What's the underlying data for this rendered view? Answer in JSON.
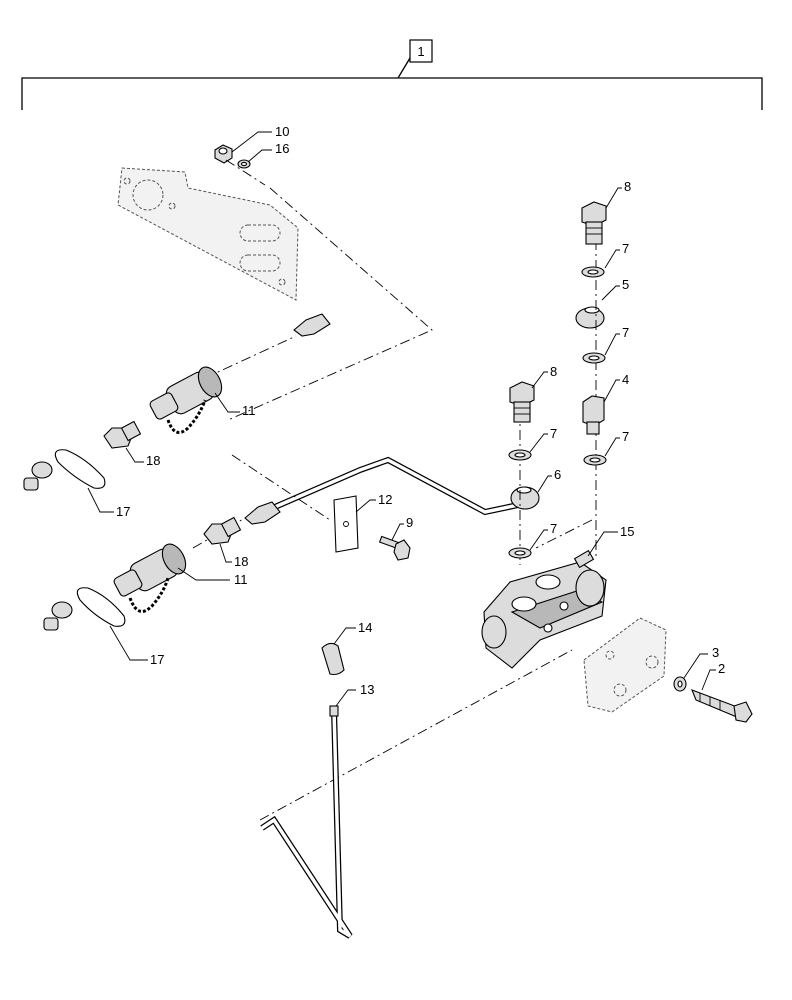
{
  "assembly_label": "1",
  "callouts": {
    "c10": "10",
    "c16": "16",
    "c8a": "8",
    "c7a": "7",
    "c5": "5",
    "c7b": "7",
    "c8b": "8",
    "c4": "4",
    "c7c": "7",
    "c7d": "7",
    "c11a": "11",
    "c18a": "18",
    "c17a": "17",
    "c6": "6",
    "c12": "12",
    "c9": "9",
    "c7e": "7",
    "c15": "15",
    "c18b": "18",
    "c11b": "11",
    "c17b": "17",
    "c14": "14",
    "c13": "13",
    "c3": "3",
    "c2": "2"
  }
}
